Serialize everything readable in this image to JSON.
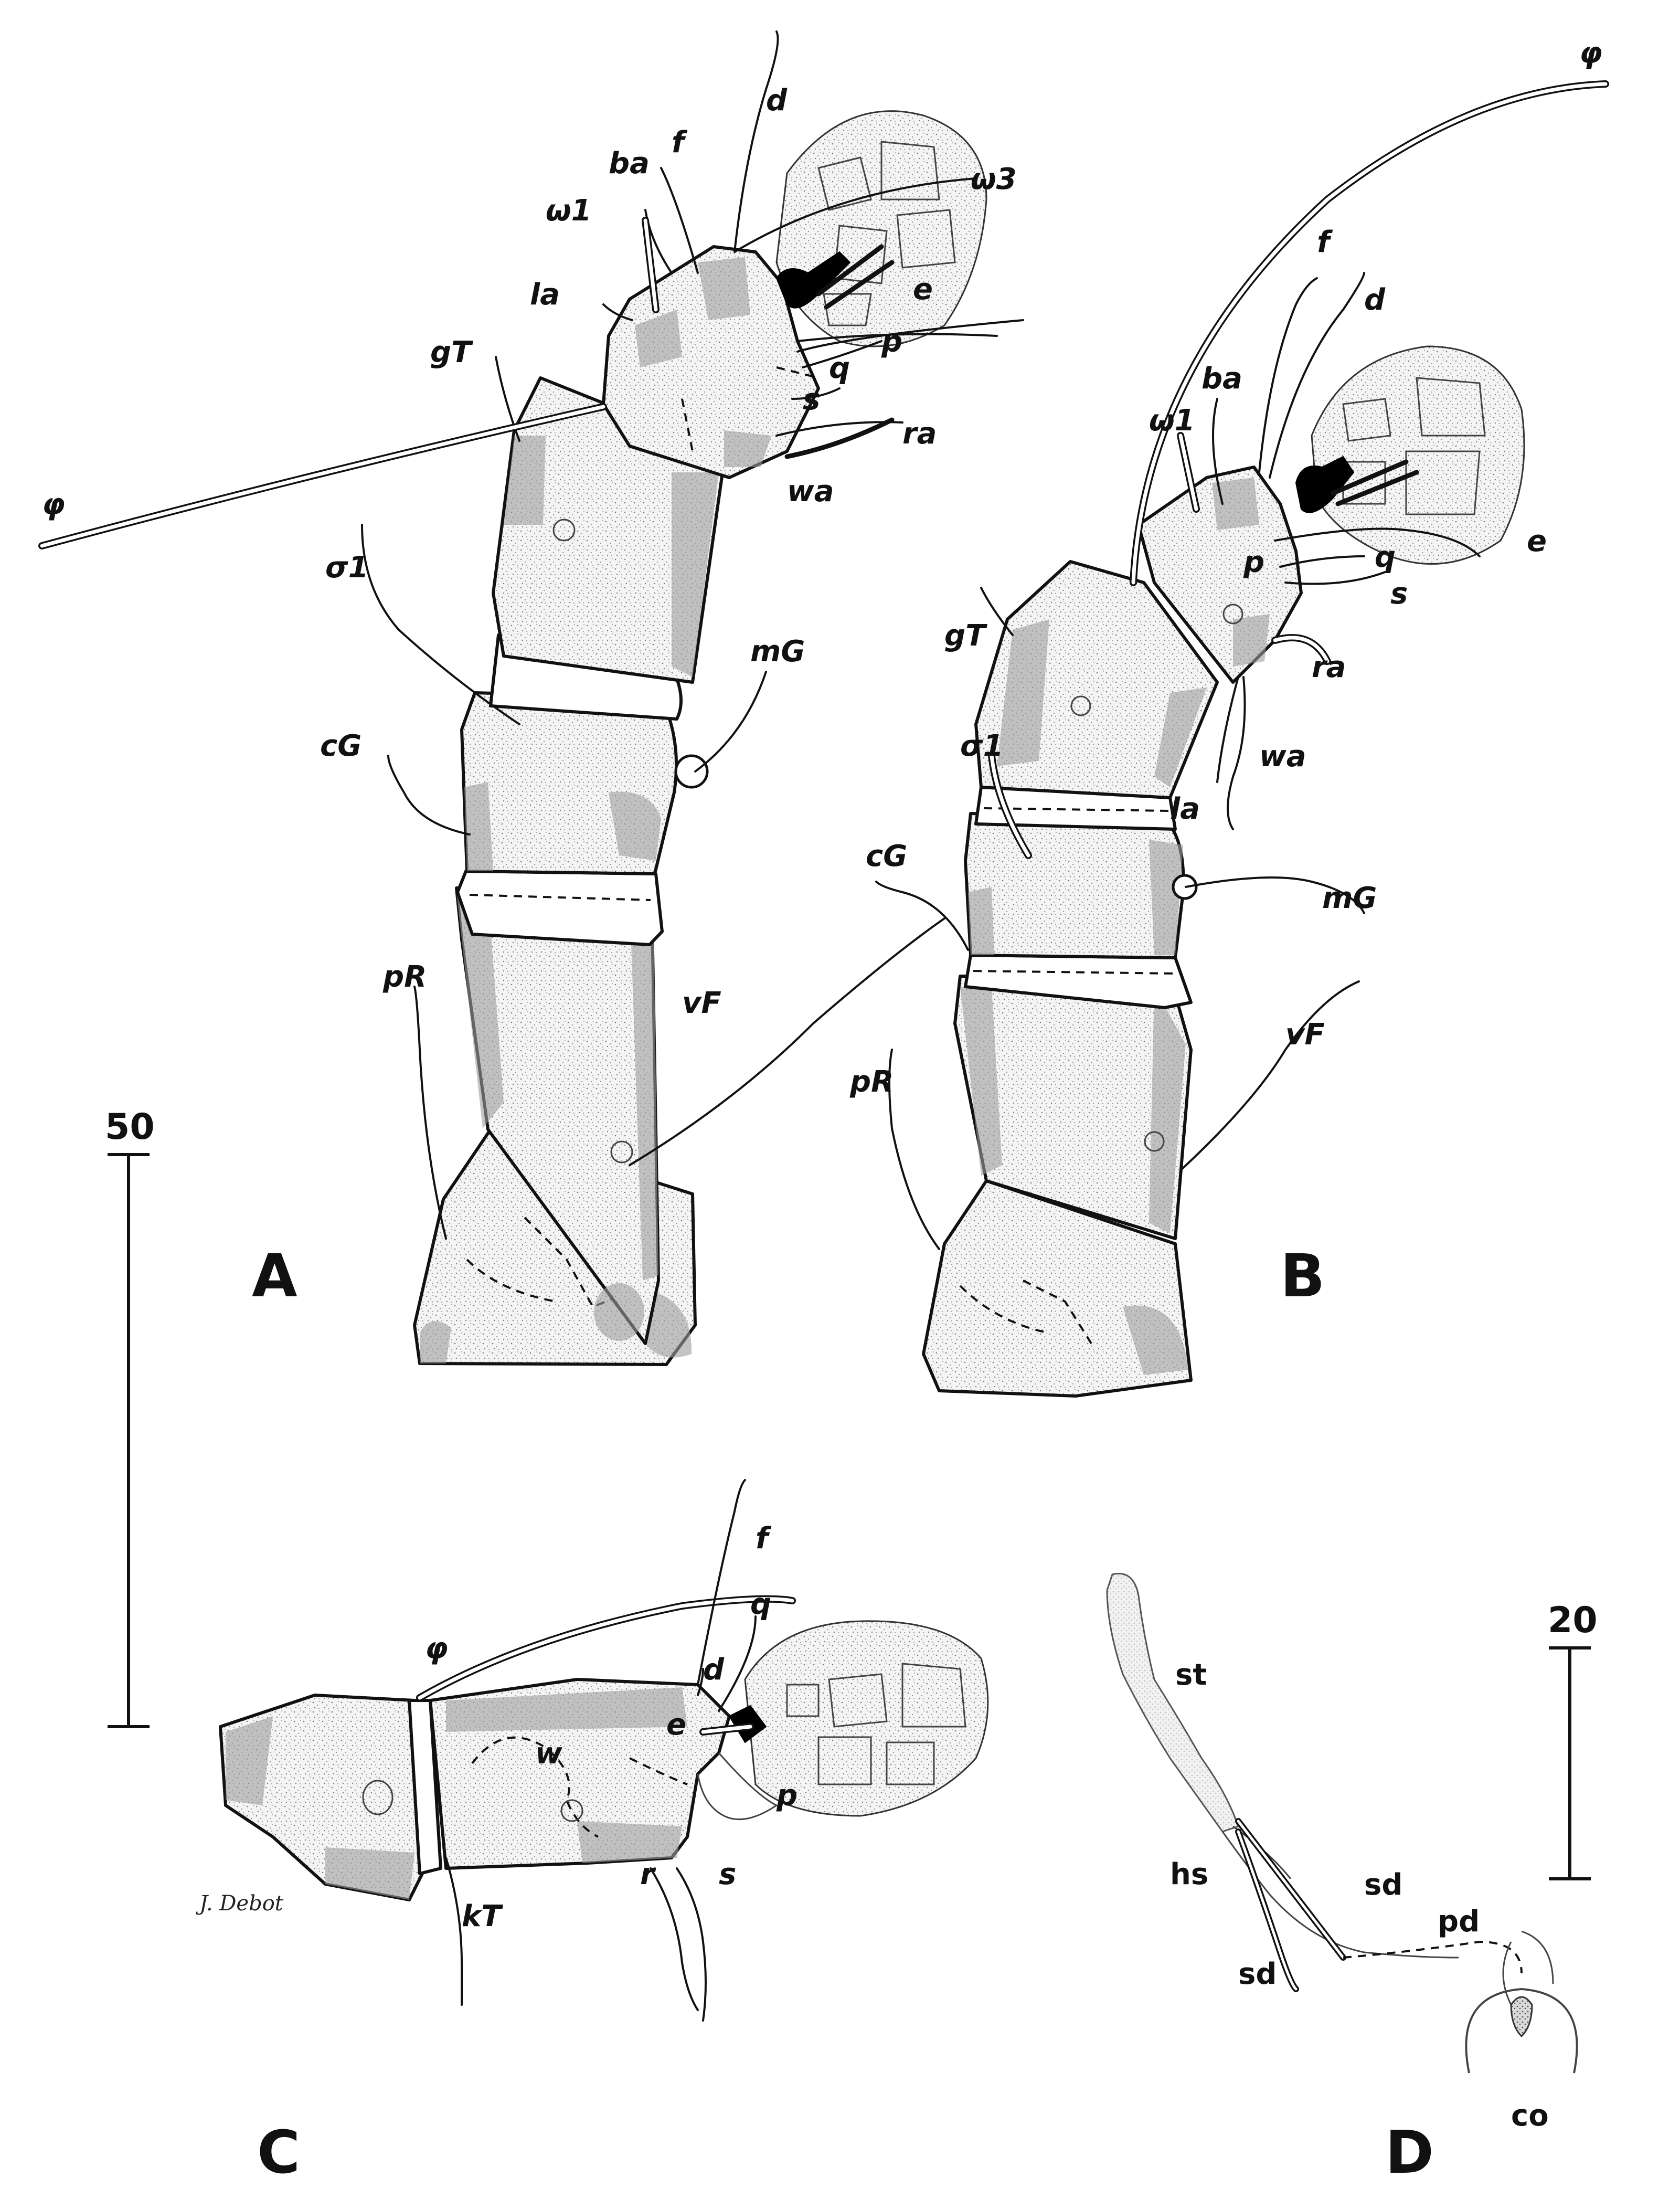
{
  "panels": {
    "A": {
      "letter": "A",
      "labels": {
        "d": "d",
        "f": "f",
        "ba": "ba",
        "omega1": "ω1",
        "omega3": "ω3",
        "la": "la",
        "e": "e",
        "p": "p",
        "q": "q",
        "s": "s",
        "ra": "ra",
        "wa": "wa",
        "gT": "gT",
        "phi": "φ",
        "sigma1": "σ1",
        "mG": "mG",
        "cG": "cG",
        "vF": "vF",
        "pR": "pR"
      }
    },
    "B": {
      "letter": "B",
      "labels": {
        "phi": "φ",
        "f": "f",
        "d": "d",
        "ba": "ba",
        "omega1": "ω1",
        "p": "p",
        "q": "q",
        "e": "e",
        "s": "s",
        "gT": "gT",
        "ra": "ra",
        "sigma1": "σ1",
        "wa": "wa",
        "la": "la",
        "cG": "cG",
        "mG": "mG",
        "vF": "vF",
        "pR": "pR"
      }
    },
    "C": {
      "letter": "C",
      "labels": {
        "f": "f",
        "q": "q",
        "phi": "φ",
        "d": "d",
        "e": "e",
        "w": "w",
        "p": "p",
        "r": "r",
        "s": "s",
        "kT": "kT"
      },
      "signature": "J. Debot"
    },
    "D": {
      "letter": "D",
      "labels": {
        "st": "st",
        "hs": "hs",
        "sd1": "sd",
        "sd2": "sd",
        "pd": "pd",
        "co": "co"
      }
    }
  },
  "scale_bars": {
    "large": {
      "value": "50"
    },
    "small": {
      "value": "20"
    }
  }
}
